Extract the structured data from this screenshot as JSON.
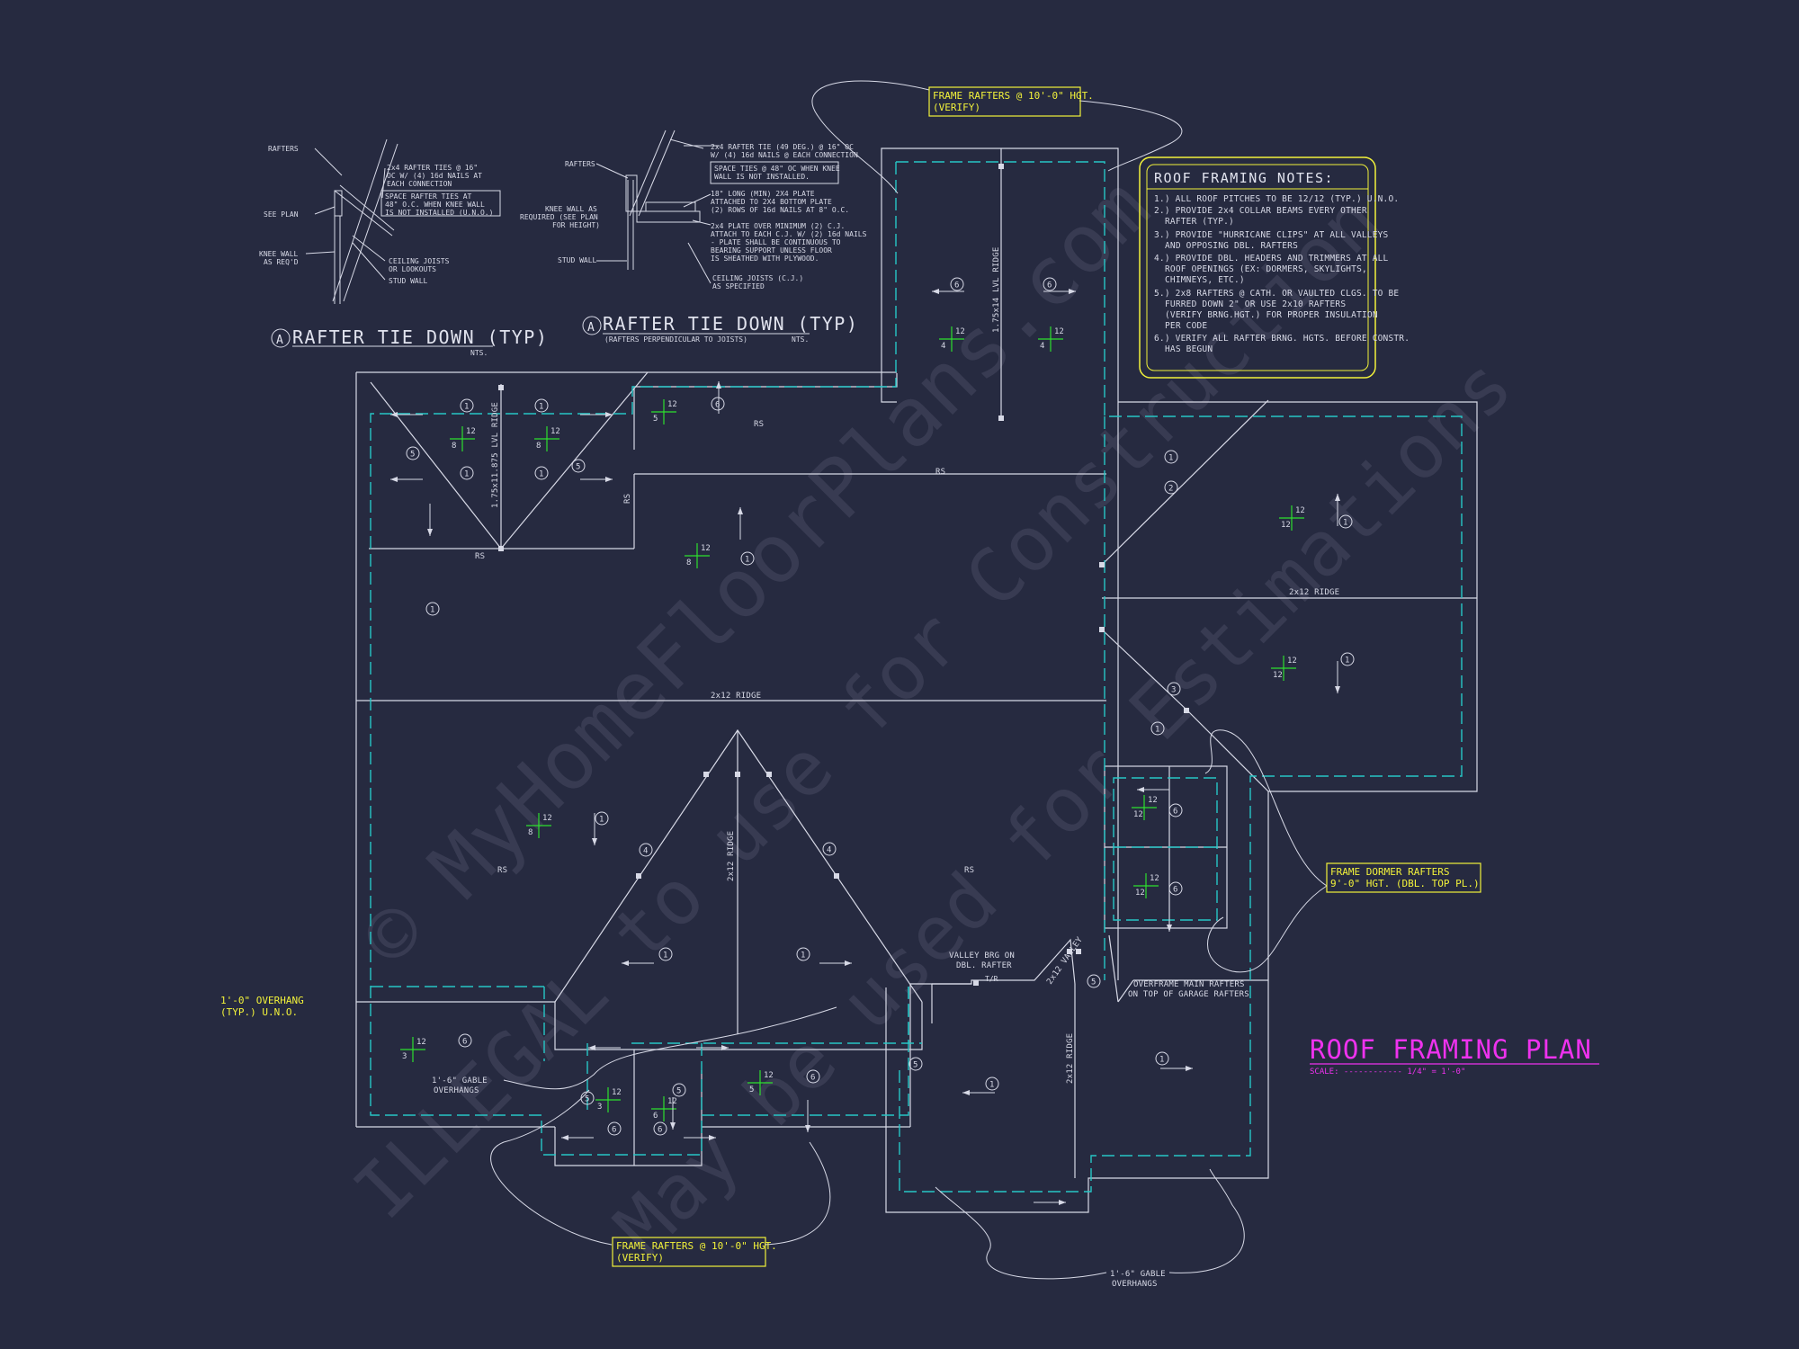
{
  "watermark": {
    "line1": "© MyHomeFloorPlans.com",
    "line2": "ILLEGAL to use for Construction",
    "line3": "May be used for Estimations"
  },
  "details": {
    "left": {
      "title": "RAFTER TIE DOWN (TYP)",
      "marker": "A",
      "scale": "NTS.",
      "labels": {
        "rafters": "RAFTERS",
        "see_plan": "SEE PLAN",
        "knee_wall_1": "KNEE WALL",
        "knee_wall_2": "AS REQ'D",
        "ceiling_joists_1": "CEILING JOISTS",
        "ceiling_joists_2": "OR LOOKOUTS",
        "stud_wall": "STUD WALL"
      },
      "note_lines": [
        "2x4 RAFTER TIES @ 16\"",
        "OC W/ (4) 16d NAILS AT",
        "EACH CONNECTION"
      ],
      "box_lines": [
        "SPACE RAFTER TIES AT",
        "48\" O.C. WHEN KNEE WALL",
        "IS NOT INSTALLED (U.N.O.)"
      ]
    },
    "right": {
      "title": "RAFTER TIE DOWN (TYP)",
      "marker": "A",
      "subtitle": "(RAFTERS PERPENDICULAR TO JOISTS)",
      "scale": "NTS.",
      "labels": {
        "rafters": "RAFTERS",
        "knee_wall_1": "KNEE WALL AS",
        "knee_wall_2": "REQUIRED (SEE PLAN",
        "knee_wall_3": "FOR HEIGHT)",
        "stud_wall": "STUD WALL"
      },
      "note_lines": [
        "2x4 RAFTER TIE (49 DEG.) @ 16\" OC",
        "W/ (4) 16d NAILS @ EACH CONNECTION"
      ],
      "box_lines": [
        "SPACE TIES @ 48\" OC WHEN KNEE",
        "WALL IS NOT INSTALLED."
      ],
      "plate_lines": [
        "18\" LONG (MIN) 2X4 PLATE",
        "ATTACHED TO 2X4 BOTTOM PLATE",
        "(2) ROWS OF 16d NAILS AT 8\" O.C."
      ],
      "plate2_lines": [
        "2x4 PLATE OVER MINIMUM (2) C.J.",
        "ATTACH TO EACH C.J. W/ (2) 16d NAILS",
        "- PLATE SHALL BE CONTINUOUS TO",
        "BEARING SUPPORT UNLESS FLOOR",
        "IS SHEATHED WITH PLYWOOD."
      ],
      "cj_lines": [
        "CEILING JOISTS (C.J.)",
        "AS SPECIFIED"
      ]
    }
  },
  "notes": {
    "title": "ROOF FRAMING NOTES:",
    "lines": [
      "1.) ALL ROOF PITCHES TO BE 12/12 (TYP.) U.N.O.",
      "2.) PROVIDE 2x4 COLLAR BEAMS EVERY OTHER",
      "RAFTER (TYP.)",
      "3.) PROVIDE \"HURRICANE CLIPS\" AT ALL VALLEYS",
      "AND OPPOSING DBL. RAFTERS",
      "4.) PROVIDE DBL. HEADERS AND TRIMMERS AT ALL",
      "ROOF OPENINGS (EX: DORMERS, SKYLIGHTS,",
      "CHIMNEYS, ETC.)",
      "5.) 2x8 RAFTERS @ CATH. OR VAULTED CLGS. TO BE",
      "FURRED DOWN 2\" OR USE 2x10 RAFTERS",
      "(VERIFY BRNG.HGT.) FOR PROPER INSULATION",
      "PER CODE",
      "6.) VERIFY ALL RAFTER BRNG. HGTS. BEFORE CONSTR.",
      "HAS BEGUN"
    ]
  },
  "callouts": {
    "top_rafters": [
      "FRAME RAFTERS @ 10'-0\" HGT.",
      "(VERIFY)"
    ],
    "bottom_rafters": [
      "FRAME RAFTERS @ 10'-0\" HGT.",
      "(VERIFY)"
    ],
    "dormer": [
      "FRAME DORMER RAFTERS",
      "9'-0\" HGT. (DBL. TOP PL.)"
    ],
    "overhang": [
      "1'-0\" OVERHANG",
      "(TYP.) U.N.O."
    ]
  },
  "plan_labels": {
    "ridge_main": "2x12 RIDGE",
    "ridge_east": "2x12 RIDGE",
    "ridge_south": "2x12 RIDGE",
    "ridge_garage": "2x12 RIDGE",
    "lvl_north": "1.75x14 LVL RIDGE",
    "lvl_west": "1.75x11.875 LVL RIDGE",
    "rs": "RS",
    "valley": "2x12 VALLEY",
    "valley_brg_1": "VALLEY BRG ON",
    "valley_brg_2": "DBL. RAFTER",
    "overframe_1": "OVERFRAME MAIN RAFTERS",
    "overframe_2": "ON TOP OF GARAGE RAFTERS",
    "gable_1": "1'-6\" GABLE",
    "gable_2": "OVERHANGS",
    "gable_b1": "1'-6\" GABLE",
    "gable_b2": "OVERHANGS",
    "tr": "T/R"
  },
  "title_block": {
    "title": "ROOF FRAMING PLAN",
    "scale": "SCALE: ------------ 1/4\" = 1'-0\""
  },
  "colors": {
    "background": "#262a40",
    "linework": "#d7d9e6",
    "dashed_wall": "#26c6c6",
    "callout": "#f2f23a",
    "title": "#ee32ee",
    "pitch": "#2ee02e"
  }
}
